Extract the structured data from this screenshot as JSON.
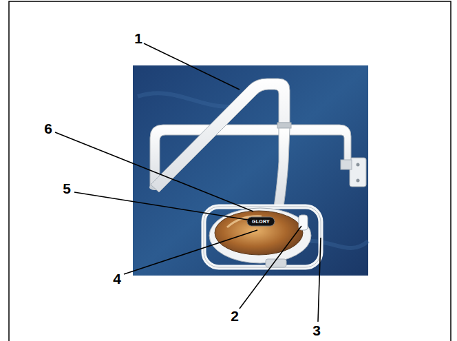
{
  "diagram": {
    "labels": [
      "1",
      "6",
      "5",
      "GLORY",
      "4",
      "2",
      "3"
    ]
  }
}
